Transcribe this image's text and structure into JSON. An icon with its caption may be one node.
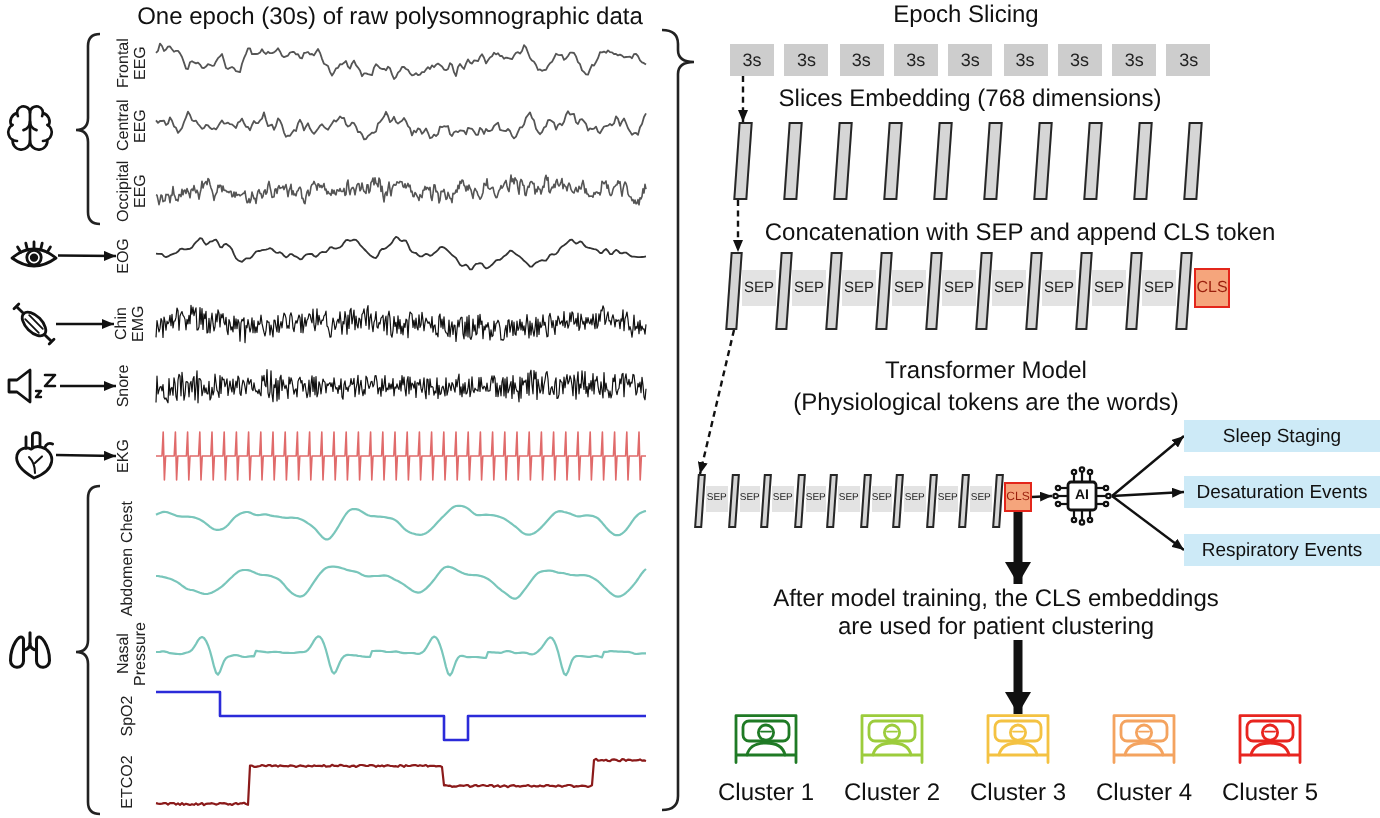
{
  "diagram": {
    "nodes": [
      {
        "text": [],
        "shape": "picture"
      },
      {
        "text": [
          "EOG"
        ]
      },
      {
        "text": [],
        "shape": "picture"
      },
      {
        "text": [
          "Chin EMG"
        ]
      },
      {
        "text": [],
        "shape": "picture"
      },
      {
        "text": [
          "Snore"
        ]
      },
      {
        "text": [],
        "shape": "picture"
      },
      {
        "text": [
          "EKG"
        ]
      },
      {
        "text": [
          "3s"
        ]
      },
      {
        "text": [
          "3s"
        ]
      },
      {
        "text": [
          "3s"
        ]
      },
      {
        "text": [
          "3s"
        ]
      },
      {
        "text": [
          "3s"
        ]
      },
      {
        "text": [
          "3s"
        ]
      },
      {
        "text": [
          "3s"
        ]
      },
      {
        "text": [
          "3s"
        ]
      },
      {
        "text": [
          "3s"
        ]
      },
      {
        "text": [],
        "shape": "bar"
      },
      {
        "text": [],
        "shape": "bar"
      },
      {
        "text": [],
        "shape": "bar"
      },
      {
        "text": [],
        "shape": "bar"
      },
      {
        "text": [],
        "shape": "bar"
      },
      {
        "text": [],
        "shape": "bar"
      },
      {
        "text": [],
        "shape": "bar"
      },
      {
        "text": [],
        "shape": "bar"
      },
      {
        "text": [],
        "shape": "bar"
      },
      {
        "text": [],
        "shape": "bar"
      },
      {
        "text": [],
        "shape": "bar"
      },
      {
        "text": [
          "SEP"
        ]
      },
      {
        "text": [],
        "shape": "bar"
      },
      {
        "text": [
          "SEP"
        ]
      },
      {
        "text": [],
        "shape": "bar"
      },
      {
        "text": [
          "SEP"
        ]
      },
      {
        "text": [],
        "shape": "bar"
      },
      {
        "text": [
          "SEP"
        ]
      },
      {
        "text": [],
        "shape": "bar"
      },
      {
        "text": [
          "SEP"
        ]
      },
      {
        "text": [],
        "shape": "bar"
      },
      {
        "text": [
          "SEP"
        ]
      },
      {
        "text": [],
        "shape": "bar"
      },
      {
        "text": [
          "SEP"
        ]
      },
      {
        "text": [],
        "shape": "bar"
      },
      {
        "text": [
          "SEP"
        ]
      },
      {
        "text": [],
        "shape": "bar"
      },
      {
        "text": [
          "SEP"
        ]
      },
      {
        "text": [],
        "shape": "bar"
      },
      {
        "text": [
          "CLS"
        ]
      },
      {
        "text": [],
        "shape": "bar"
      },
      {
        "text": [
          "SEP"
        ]
      },
      {
        "text": [],
        "shape": "bar"
      },
      {
        "text": [
          "SEP"
        ]
      },
      {
        "text": [],
        "shape": "bar"
      },
      {
        "text": [
          "SEP"
        ]
      },
      {
        "text": [],
        "shape": "bar"
      },
      {
        "text": [
          "SEP"
        ]
      },
      {
        "text": [],
        "shape": "bar"
      },
      {
        "text": [
          "SEP"
        ]
      },
      {
        "text": [],
        "shape": "bar"
      },
      {
        "text": [
          "SEP"
        ]
      },
      {
        "text": [],
        "shape": "bar"
      },
      {
        "text": [
          "SEP"
        ]
      },
      {
        "text": [],
        "shape": "bar"
      },
      {
        "text": [
          "SEP"
        ]
      },
      {
        "text": [],
        "shape": "bar"
      },
      {
        "text": [
          "SEP"
        ]
      },
      {
        "text": [],
        "shape": "bar"
      },
      {
        "text": [
          "CLS"
        ]
      },
      {
        "text": [
          "AI"
        ]
      },
      {
        "text": [
          "Sleep Staging"
        ]
      },
      {
        "text": [
          "Desaturation Events"
        ]
      },
      {
        "text": [
          "Respiratory Events"
        ]
      },
      {
        "text": [
          "After model training, the CLS embeddings are used for patient clustering"
        ]
      },
      {
        "text": [
          "Cluster 1"
        ]
      },
      {
        "text": [
          "Cluster 2"
        ]
      },
      {
        "text": [
          "Cluster 3"
        ]
      },
      {
        "text": [
          "Cluster 4"
        ]
      },
      {
        "text": [
          "Cluster 5"
        ]
      }
    ],
    "edges": [
      {
        "from": 0,
        "to": 1,
        "arrow": "to"
      },
      {
        "from": 2,
        "to": 3,
        "arrow": "to"
      },
      {
        "from": 4,
        "to": 5,
        "arrow": "to"
      },
      {
        "from": 6,
        "to": 7,
        "arrow": "to"
      },
      {
        "from": 8,
        "to": 17,
        "arrow": "to",
        "style": "dashed"
      },
      {
        "from": 17,
        "to": 27,
        "arrow": "to",
        "style": "dashed"
      },
      {
        "from": 27,
        "to": 47,
        "arrow": "to",
        "style": "dashed"
      },
      {
        "from": 66,
        "to": 67,
        "arrow": "to"
      },
      {
        "from": 67,
        "to": 68,
        "arrow": "to"
      },
      {
        "from": 67,
        "to": 69,
        "arrow": "to"
      },
      {
        "from": 67,
        "to": 70,
        "arrow": "to"
      },
      {
        "from": 66,
        "to": 71,
        "arrow": "to",
        "style": "thick"
      },
      {
        "from": 71,
        "to": 74,
        "arrow": "to",
        "style": "thick"
      }
    ],
    "labels": [
      "One epoch (30s) of raw polysomnographic data",
      "Frontal EEG",
      "Central EEG",
      "Occipital EEG",
      "Chest",
      "Abdomen",
      "Nasal Pressure",
      "SpO2",
      "ETCO2",
      "Epoch Slicing",
      "Slices Embedding (768 dimensions)",
      "Concatenation with SEP and append CLS token",
      "Transformer Model",
      "(Physiological tokens are the words)"
    ]
  }
}
